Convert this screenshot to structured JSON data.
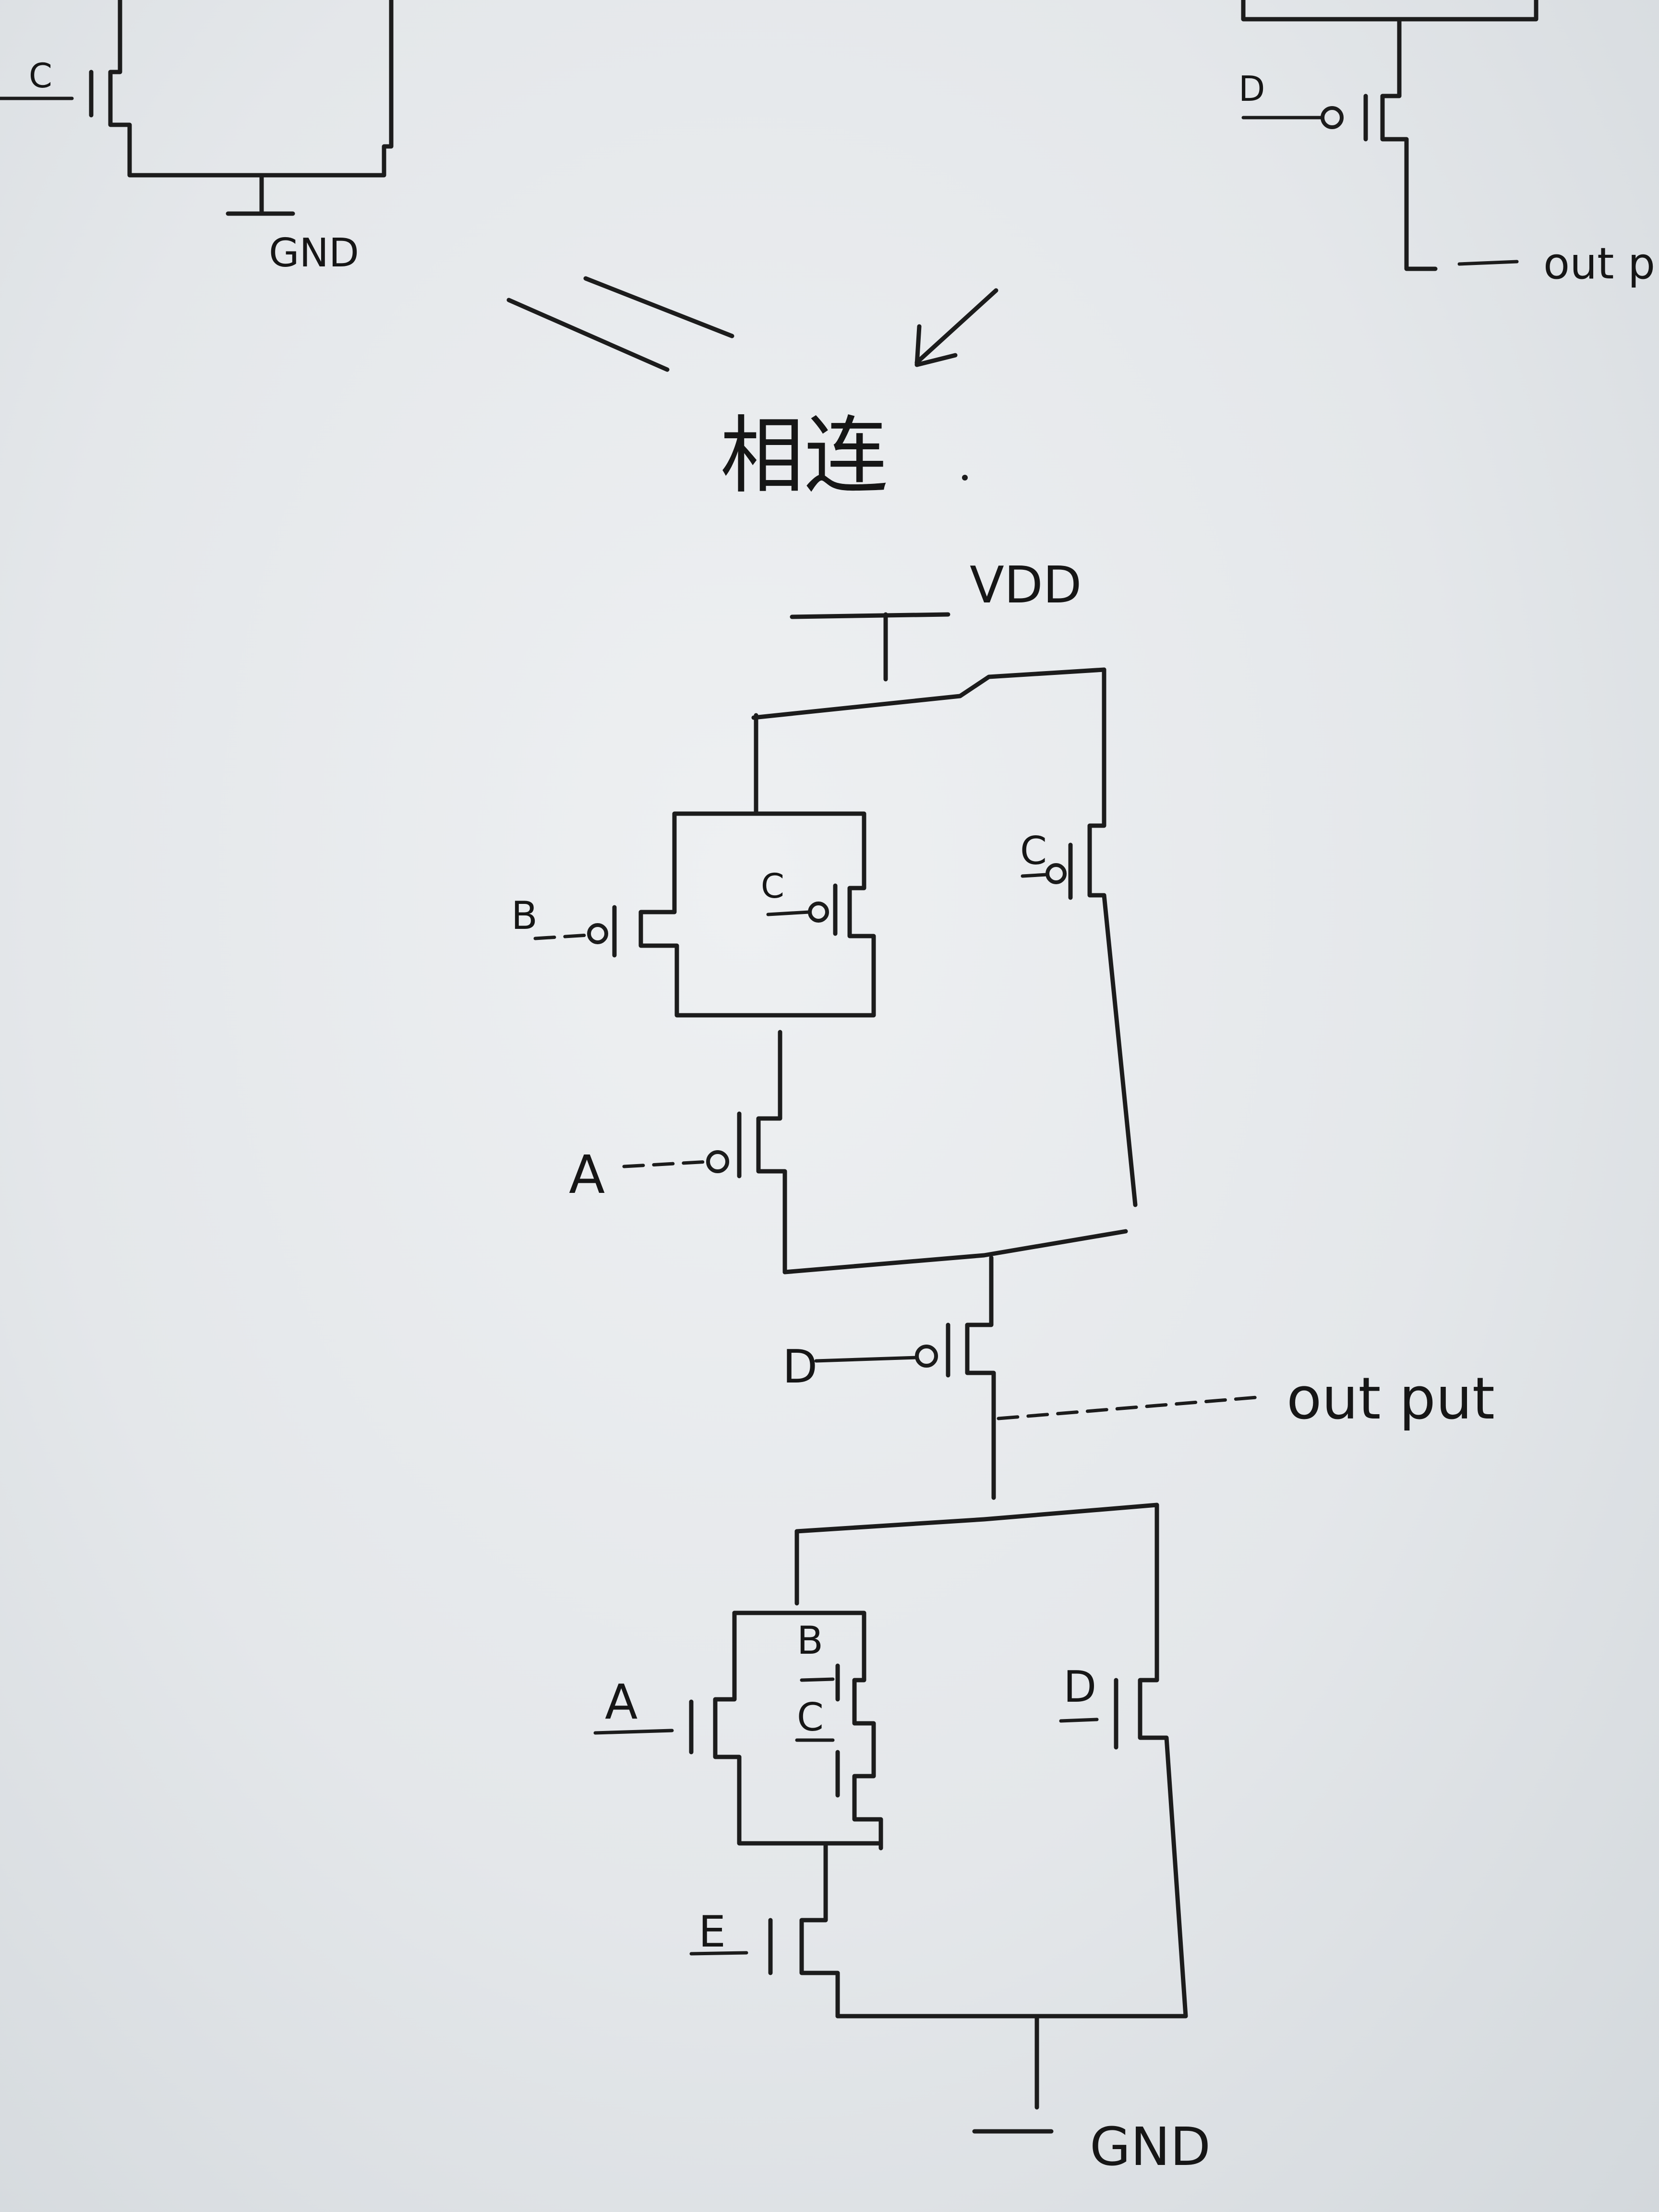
{
  "top_left": {
    "gate": "C",
    "ground": "GND"
  },
  "top_right": {
    "gate": "D",
    "output": "out p"
  },
  "heading": "相连",
  "supply": "VDD",
  "pmos": {
    "parallel_left": "B",
    "parallel_right": "C",
    "series": "A",
    "side_branch": "C",
    "output_stage": "D"
  },
  "output": "out put",
  "nmos": {
    "parallel_left": "A",
    "series_top": "B",
    "series_bottom": "C",
    "side_branch": "D",
    "bottom": "E"
  },
  "ground": "GND"
}
